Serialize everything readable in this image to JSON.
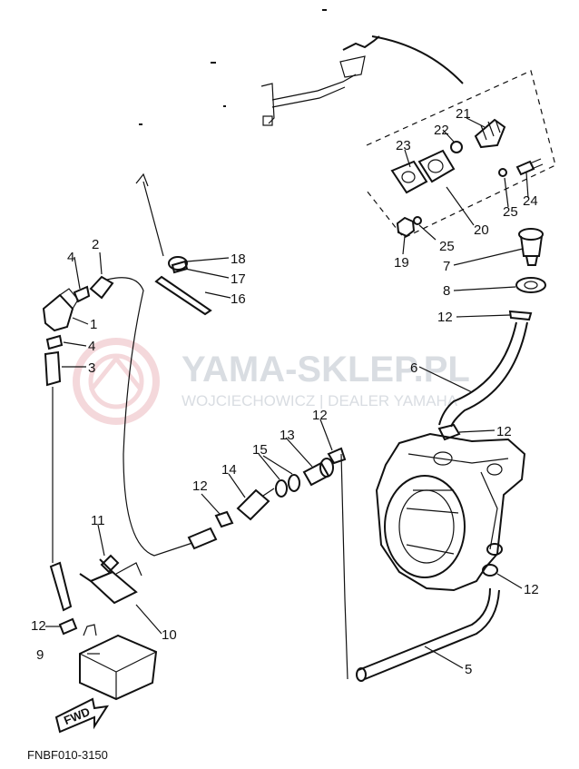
{
  "diagram": {
    "code": "FNBF010-3150",
    "fwd_label": "FWD",
    "watermark": {
      "title": "YAMA-SKLEP.PL",
      "subtitle": "WOJCIECHOWICZ | DEALER YAMAHA"
    },
    "callouts": [
      "1",
      "2",
      "3",
      "4",
      "4",
      "5",
      "6",
      "7",
      "8",
      "9",
      "10",
      "11",
      "12",
      "12",
      "12",
      "12",
      "12",
      "12",
      "13",
      "14",
      "15",
      "16",
      "17",
      "18",
      "19",
      "20",
      "21",
      "22",
      "23",
      "24",
      "25",
      "25"
    ]
  },
  "colors": {
    "line": "#111111",
    "watermark": "#d9dde2",
    "watermark_logo": "#f0c8cc"
  }
}
